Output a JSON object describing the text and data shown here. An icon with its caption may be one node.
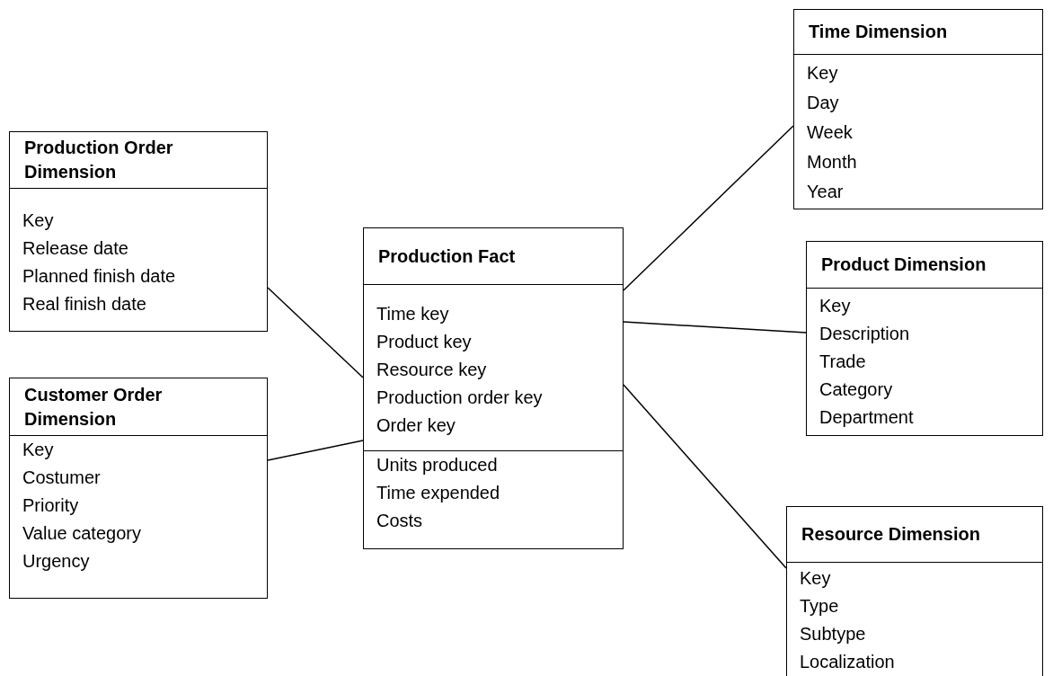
{
  "diagram": {
    "nodes": [
      {
        "text": [
          "Production Order Dimension",
          "Key",
          "Release date",
          "Planned finish date",
          "Real finish date"
        ]
      },
      {
        "text": [
          "Customer Order Dimension",
          "Key",
          "Costumer",
          "Priority",
          "Value category",
          "Urgency"
        ]
      },
      {
        "text": [
          "Production Fact",
          "Time key",
          "Product key",
          "Resource key",
          "Production order key",
          "Order key",
          "Units produced",
          "Time expended",
          "Costs"
        ]
      },
      {
        "text": [
          "Time Dimension",
          "Key",
          "Day",
          "Week",
          "Month",
          "Year"
        ]
      },
      {
        "text": [
          "Product Dimension",
          "Key",
          "Description",
          "Trade",
          "Category",
          "Department"
        ]
      },
      {
        "text": [
          "Resource Dimension",
          "Key",
          "Type",
          "Subtype",
          "Localization"
        ]
      }
    ],
    "edges": [
      {
        "from": 0,
        "to": 2,
        "arrow": "none"
      },
      {
        "from": 1,
        "to": 2,
        "arrow": "none"
      },
      {
        "from": 2,
        "to": 3,
        "arrow": "none"
      },
      {
        "from": 2,
        "to": 4,
        "arrow": "none"
      },
      {
        "from": 2,
        "to": 5,
        "arrow": "none"
      }
    ]
  }
}
